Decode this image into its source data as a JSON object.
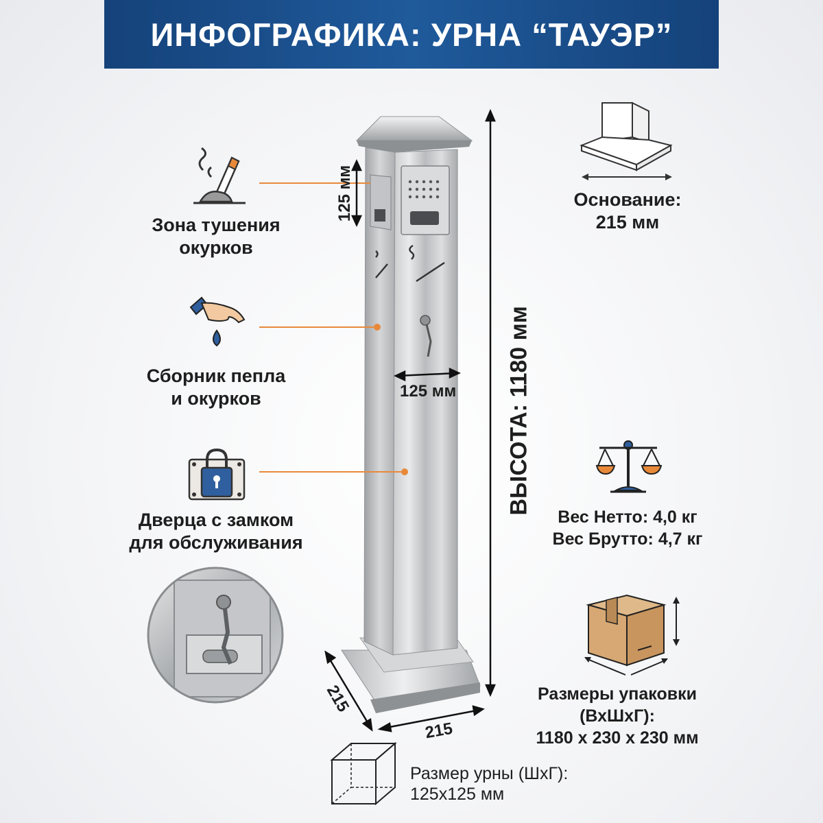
{
  "title": "ИНФОГРАФИКА: УРНА “ТАУЭР”",
  "features": {
    "extinguish": [
      "Зона тушения",
      "окурков"
    ],
    "ash_collector": [
      "Сборник пепла",
      "и окурков"
    ],
    "door": [
      "Дверца с замком",
      "для обслуживания"
    ]
  },
  "dimensions": {
    "height": "ВЫСОТА: 1180 мм",
    "slot_height": "125 мм",
    "body_width": "125 мм",
    "base_depth": "215",
    "base_width": "215"
  },
  "base": [
    "Основание:",
    "215 мм"
  ],
  "weight": [
    "Вес Нетто: 4,0 кг",
    "Вес Брутто: 4,7 кг"
  ],
  "package": [
    "Размеры упаковки",
    "(ВхШхГ):",
    "1180 х 230 х 230 мм"
  ],
  "urn_size": [
    "Размер урны (ШхГ):",
    "125х125 мм"
  ],
  "colors": {
    "banner": "#1a4f8a",
    "accent": "#e8893a",
    "icon_blue": "#2f5f9e"
  }
}
